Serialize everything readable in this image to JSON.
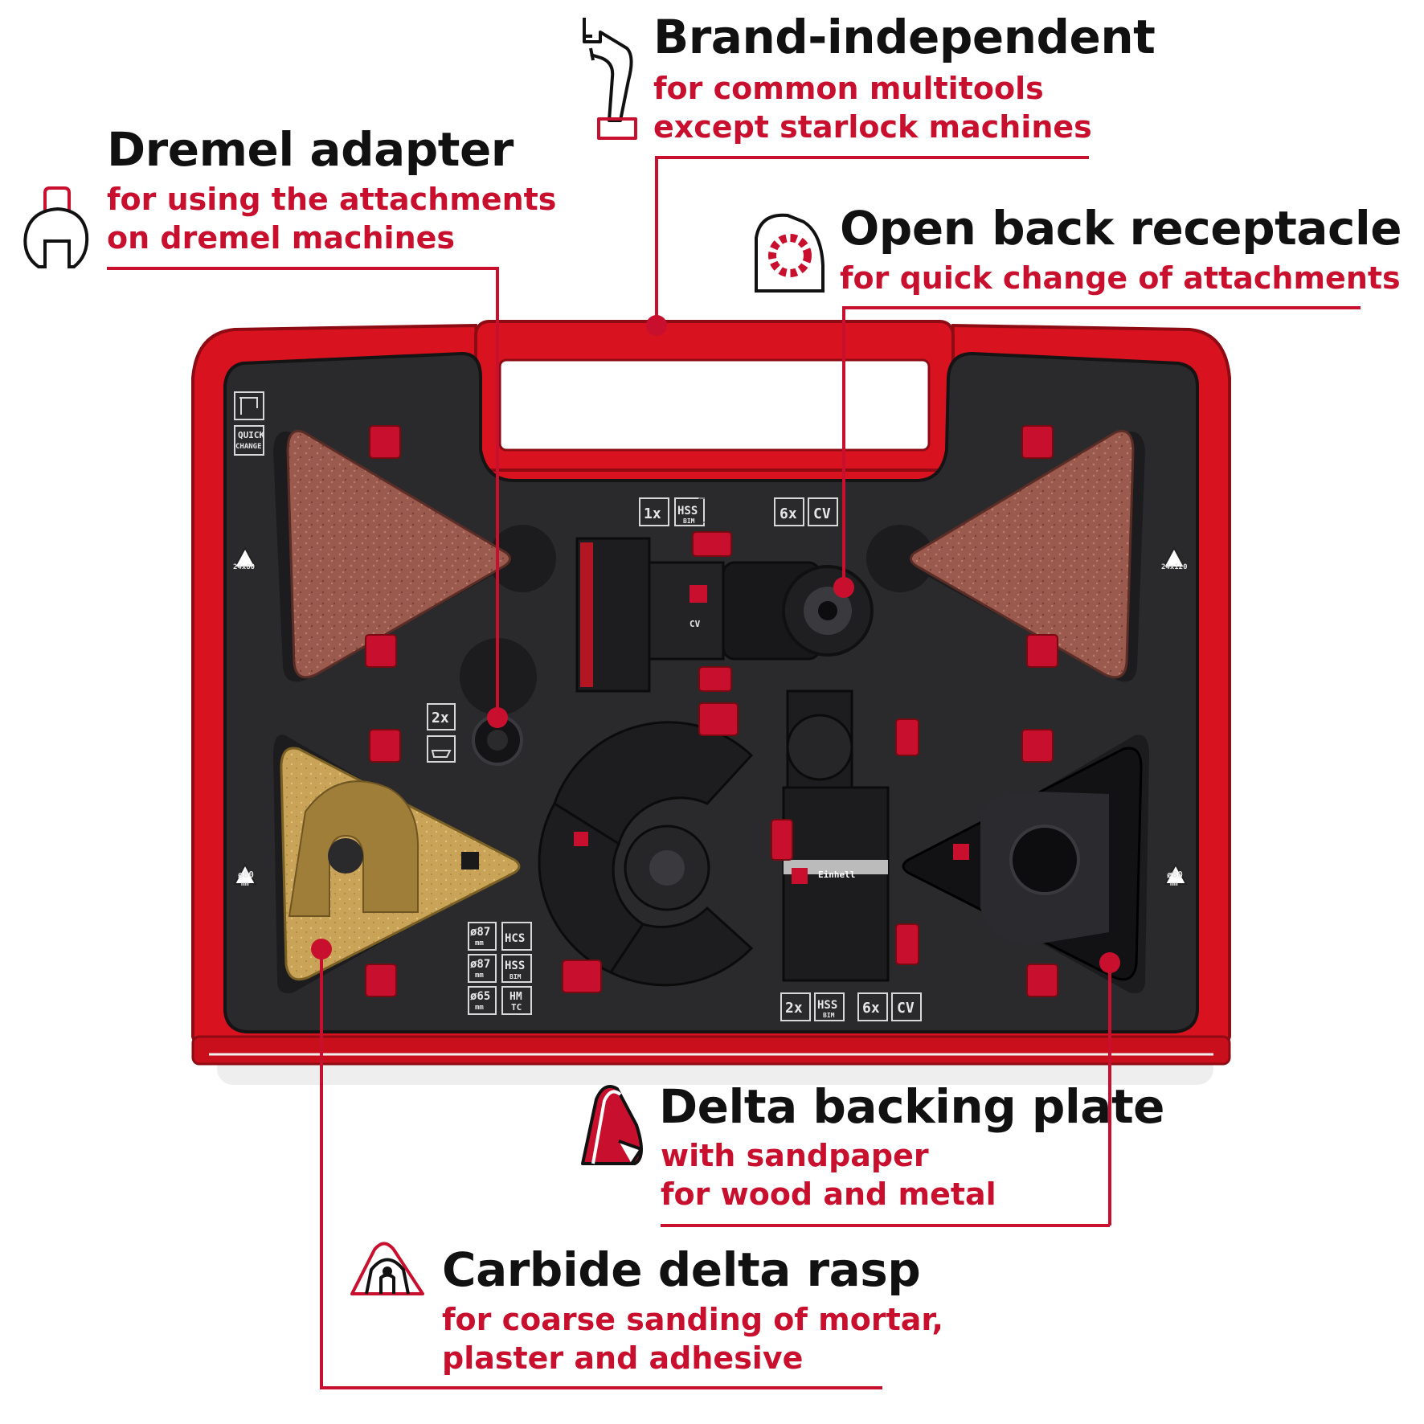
{
  "colors": {
    "accent": "#c8102e",
    "case_red": "#d8121f",
    "tray": "#2a2a2c",
    "heading": "#111111"
  },
  "callouts": {
    "brand": {
      "icon": "multitool-icon",
      "title": "Brand-independent",
      "lines": [
        "for common multitools",
        "except starlock machines"
      ]
    },
    "dremel": {
      "icon": "adapter-ring-icon",
      "title": "Dremel adapter",
      "lines": [
        "for using the attachments",
        "on dremel machines"
      ]
    },
    "open_back": {
      "icon": "open-back-receptacle-icon",
      "title": "Open back receptacle",
      "lines": [
        "for quick change of attachments"
      ]
    },
    "delta": {
      "icon": "delta-sanding-pad-icon",
      "title": "Delta backing plate",
      "lines": [
        "with sandpaper",
        "for wood and metal"
      ]
    },
    "rasp": {
      "icon": "carbide-rasp-icon",
      "title": "Carbide delta rasp",
      "lines": [
        "for coarse sanding of mortar,",
        "plaster and adhesive"
      ]
    }
  },
  "case_labels": {
    "quick_change": [
      "QUICK",
      "CHANGE"
    ],
    "sand_left": "24x80",
    "sand_right": "24x120",
    "pad_left": [
      "ø80",
      "mm"
    ],
    "pad_right": [
      "ø80",
      "mm"
    ],
    "top_left_qty": "1x",
    "top_left_mat": "HSS",
    "top_left_mat_sub": "BIM",
    "top_right_qty": "6x",
    "top_right_mat": "CV",
    "adapter_qty": "2x",
    "blades": [
      {
        "size": "ø87",
        "unit": "mm",
        "mat": "HCS",
        "mat_sub": ""
      },
      {
        "size": "ø87",
        "unit": "mm",
        "mat": "HSS",
        "mat_sub": "BIM"
      },
      {
        "size": "ø65",
        "unit": "mm",
        "mat": "HM",
        "mat_sub": "TC"
      }
    ],
    "bottom_left_qty": "2x",
    "bottom_left_mat": "HSS",
    "bottom_left_mat_sub": "BIM",
    "bottom_right_qty": "6x",
    "bottom_right_mat": "CV",
    "brand_mark": "Einhell",
    "blade_cv": "CV"
  }
}
